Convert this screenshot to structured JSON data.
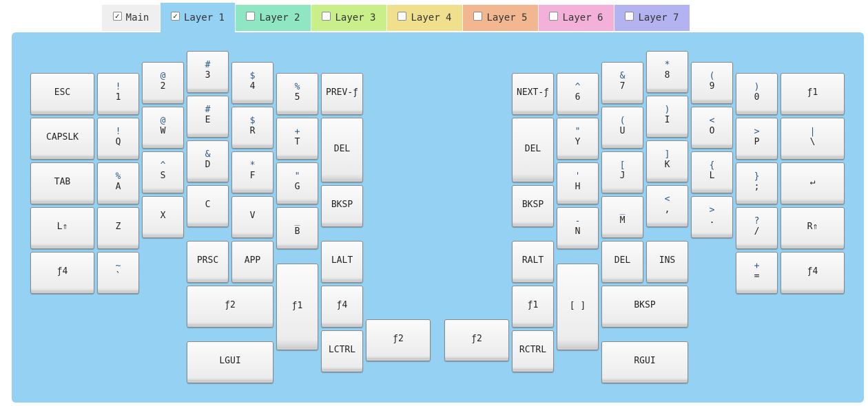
{
  "colors": {
    "panel": "#95d1f2",
    "tabs": [
      "#efefef",
      "#95d1f2",
      "#8ee6c3",
      "#c8ef8a",
      "#f0e08e",
      "#f2b791",
      "#f3b0d8",
      "#b2b3f0"
    ]
  },
  "icons": {
    "checkbox_checked": "checkbox-checked-icon",
    "checkbox_empty": "checkbox-empty-icon"
  },
  "tabs": [
    {
      "label": "Main",
      "checked": true,
      "active": false
    },
    {
      "label": "Layer 1",
      "checked": true,
      "active": true
    },
    {
      "label": "Layer 2",
      "checked": false,
      "active": false
    },
    {
      "label": "Layer 3",
      "checked": false,
      "active": false
    },
    {
      "label": "Layer 4",
      "checked": false,
      "active": false
    },
    {
      "label": "Layer 5",
      "checked": false,
      "active": false
    },
    {
      "label": "Layer 6",
      "checked": false,
      "active": false
    },
    {
      "label": "Layer 7",
      "checked": false,
      "active": false
    }
  ],
  "keys": [
    {
      "id": "l-esc",
      "s": "",
      "p": "ESC"
    },
    {
      "id": "l-1",
      "s": "!",
      "p": "1"
    },
    {
      "id": "l-2",
      "s": "@",
      "p": "2"
    },
    {
      "id": "l-3",
      "s": "#",
      "p": "3"
    },
    {
      "id": "l-4",
      "s": "$",
      "p": "4"
    },
    {
      "id": "l-5",
      "s": "%",
      "p": "5"
    },
    {
      "id": "l-prev",
      "s": "",
      "p": "PREV-ƒ"
    },
    {
      "id": "l-capslk",
      "s": "",
      "p": "CAPSLK"
    },
    {
      "id": "l-q",
      "s": "!",
      "p": "Q"
    },
    {
      "id": "l-w",
      "s": "@",
      "p": "W"
    },
    {
      "id": "l-e",
      "s": "#",
      "p": "E"
    },
    {
      "id": "l-r",
      "s": "$",
      "p": "R"
    },
    {
      "id": "l-t",
      "s": "+",
      "p": "T"
    },
    {
      "id": "l-del",
      "s": "",
      "p": "DEL"
    },
    {
      "id": "l-tab",
      "s": "",
      "p": "TAB"
    },
    {
      "id": "l-a",
      "s": "%",
      "p": "A"
    },
    {
      "id": "l-s",
      "s": "^",
      "p": "S"
    },
    {
      "id": "l-d",
      "s": "&",
      "p": "D"
    },
    {
      "id": "l-f",
      "s": "*",
      "p": "F"
    },
    {
      "id": "l-g",
      "s": "\"",
      "p": "G"
    },
    {
      "id": "l-lshift",
      "s": "",
      "p": "L⇑"
    },
    {
      "id": "l-z",
      "s": "",
      "p": "Z"
    },
    {
      "id": "l-x",
      "s": "",
      "p": "X"
    },
    {
      "id": "l-c",
      "s": "",
      "p": "C"
    },
    {
      "id": "l-v",
      "s": "",
      "p": "V"
    },
    {
      "id": "l-b",
      "s": "_",
      "p": "B"
    },
    {
      "id": "l-bksp",
      "s": "",
      "p": "BKSP"
    },
    {
      "id": "l-f4",
      "s": "",
      "p": "ƒ4"
    },
    {
      "id": "l-grave",
      "s": "~",
      "p": "`"
    },
    {
      "id": "l-prsc",
      "s": "",
      "p": "PRSC"
    },
    {
      "id": "l-app",
      "s": "",
      "p": "APP"
    },
    {
      "id": "l-lalt",
      "s": "",
      "p": "LALT"
    },
    {
      "id": "l-f2a",
      "s": "",
      "p": "ƒ2"
    },
    {
      "id": "l-f1",
      "s": "",
      "p": "ƒ1"
    },
    {
      "id": "l-f4b",
      "s": "",
      "p": "ƒ4"
    },
    {
      "id": "l-lgui",
      "s": "",
      "p": "LGUI"
    },
    {
      "id": "l-lctrl",
      "s": "",
      "p": "LCTRL"
    },
    {
      "id": "l-f2b",
      "s": "",
      "p": "ƒ2"
    },
    {
      "id": "r-f2",
      "s": "",
      "p": "ƒ2"
    },
    {
      "id": "r-next",
      "s": "",
      "p": "NEXT-ƒ"
    },
    {
      "id": "r-6",
      "s": "^",
      "p": "6"
    },
    {
      "id": "r-7",
      "s": "&",
      "p": "7"
    },
    {
      "id": "r-8",
      "s": "*",
      "p": "8"
    },
    {
      "id": "r-9",
      "s": "(",
      "p": "9"
    },
    {
      "id": "r-0",
      "s": ")",
      "p": "0"
    },
    {
      "id": "r-f1",
      "s": "",
      "p": "ƒ1"
    },
    {
      "id": "r-del",
      "s": "",
      "p": "DEL"
    },
    {
      "id": "r-y",
      "s": "\"",
      "p": "Y"
    },
    {
      "id": "r-u",
      "s": "(",
      "p": "U"
    },
    {
      "id": "r-i",
      "s": ")",
      "p": "I"
    },
    {
      "id": "r-o",
      "s": "<",
      "p": "O"
    },
    {
      "id": "r-p",
      "s": ">",
      "p": "P"
    },
    {
      "id": "r-bslash",
      "s": "|",
      "p": "\\"
    },
    {
      "id": "r-h",
      "s": "'",
      "p": "H"
    },
    {
      "id": "r-j",
      "s": "[",
      "p": "J"
    },
    {
      "id": "r-k",
      "s": "]",
      "p": "K"
    },
    {
      "id": "r-l",
      "s": "{",
      "p": "L"
    },
    {
      "id": "r-semi",
      "s": "}",
      "p": ";"
    },
    {
      "id": "r-enter",
      "s": "",
      "p": "↵"
    },
    {
      "id": "r-bksp",
      "s": "",
      "p": "BKSP"
    },
    {
      "id": "r-n",
      "s": "-",
      "p": "N"
    },
    {
      "id": "r-m",
      "s": "_",
      "p": "M"
    },
    {
      "id": "r-comma",
      "s": "<",
      "p": ","
    },
    {
      "id": "r-period",
      "s": ">",
      "p": "."
    },
    {
      "id": "r-slash",
      "s": "?",
      "p": "/"
    },
    {
      "id": "r-rshift",
      "s": "",
      "p": "R⇑"
    },
    {
      "id": "r-ralt",
      "s": "",
      "p": "RALT"
    },
    {
      "id": "r-bracket",
      "s": "",
      "p": "[ ]"
    },
    {
      "id": "r-del2",
      "s": "",
      "p": "DEL"
    },
    {
      "id": "r-ins",
      "s": "",
      "p": "INS"
    },
    {
      "id": "r-eq",
      "s": "+",
      "p": "="
    },
    {
      "id": "r-f4",
      "s": "",
      "p": "ƒ4"
    },
    {
      "id": "r-f1b",
      "s": "",
      "p": "ƒ1"
    },
    {
      "id": "r-bksp2",
      "s": "",
      "p": "BKSP"
    },
    {
      "id": "r-rctrl",
      "s": "",
      "p": "RCTRL"
    },
    {
      "id": "r-rgui",
      "s": "",
      "p": "RGUI"
    }
  ]
}
